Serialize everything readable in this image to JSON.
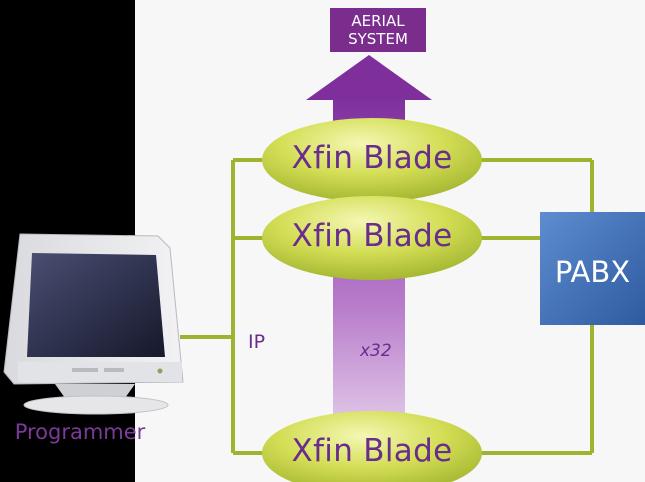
{
  "aerial_system": {
    "line1": "AERIAL",
    "line2": "SYSTEM"
  },
  "blades": [
    {
      "label": "Xfin Blade"
    },
    {
      "label": "Xfin Blade"
    },
    {
      "label": "Xfin Blade"
    }
  ],
  "pabx": {
    "label": "PABX"
  },
  "connection": {
    "ip_label": "IP",
    "multiplier": "x32"
  },
  "programmer": {
    "label": "Programmer"
  },
  "colors": {
    "purple": "#6a2d8c",
    "arrow_purple": "#8a3fa8",
    "blade_green": "#c8d64a",
    "line_green": "#9fb331",
    "pabx_blue": "#3f6fb5",
    "background": "#f7f7f8",
    "band": "#000000"
  }
}
